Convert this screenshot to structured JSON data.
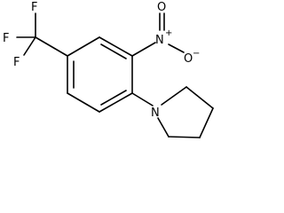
{
  "molecule": {
    "atoms": {
      "fluorine_top": "F",
      "fluorine_left": "F",
      "fluorine_bottom": "F",
      "nitro_nitrogen": "N",
      "nitro_oxygen_top": "O",
      "nitro_oxygen_right": "O",
      "nitro_positive_charge": "+",
      "nitro_negative_charge": "−",
      "pyrrolidine_nitrogen": "N"
    }
  }
}
